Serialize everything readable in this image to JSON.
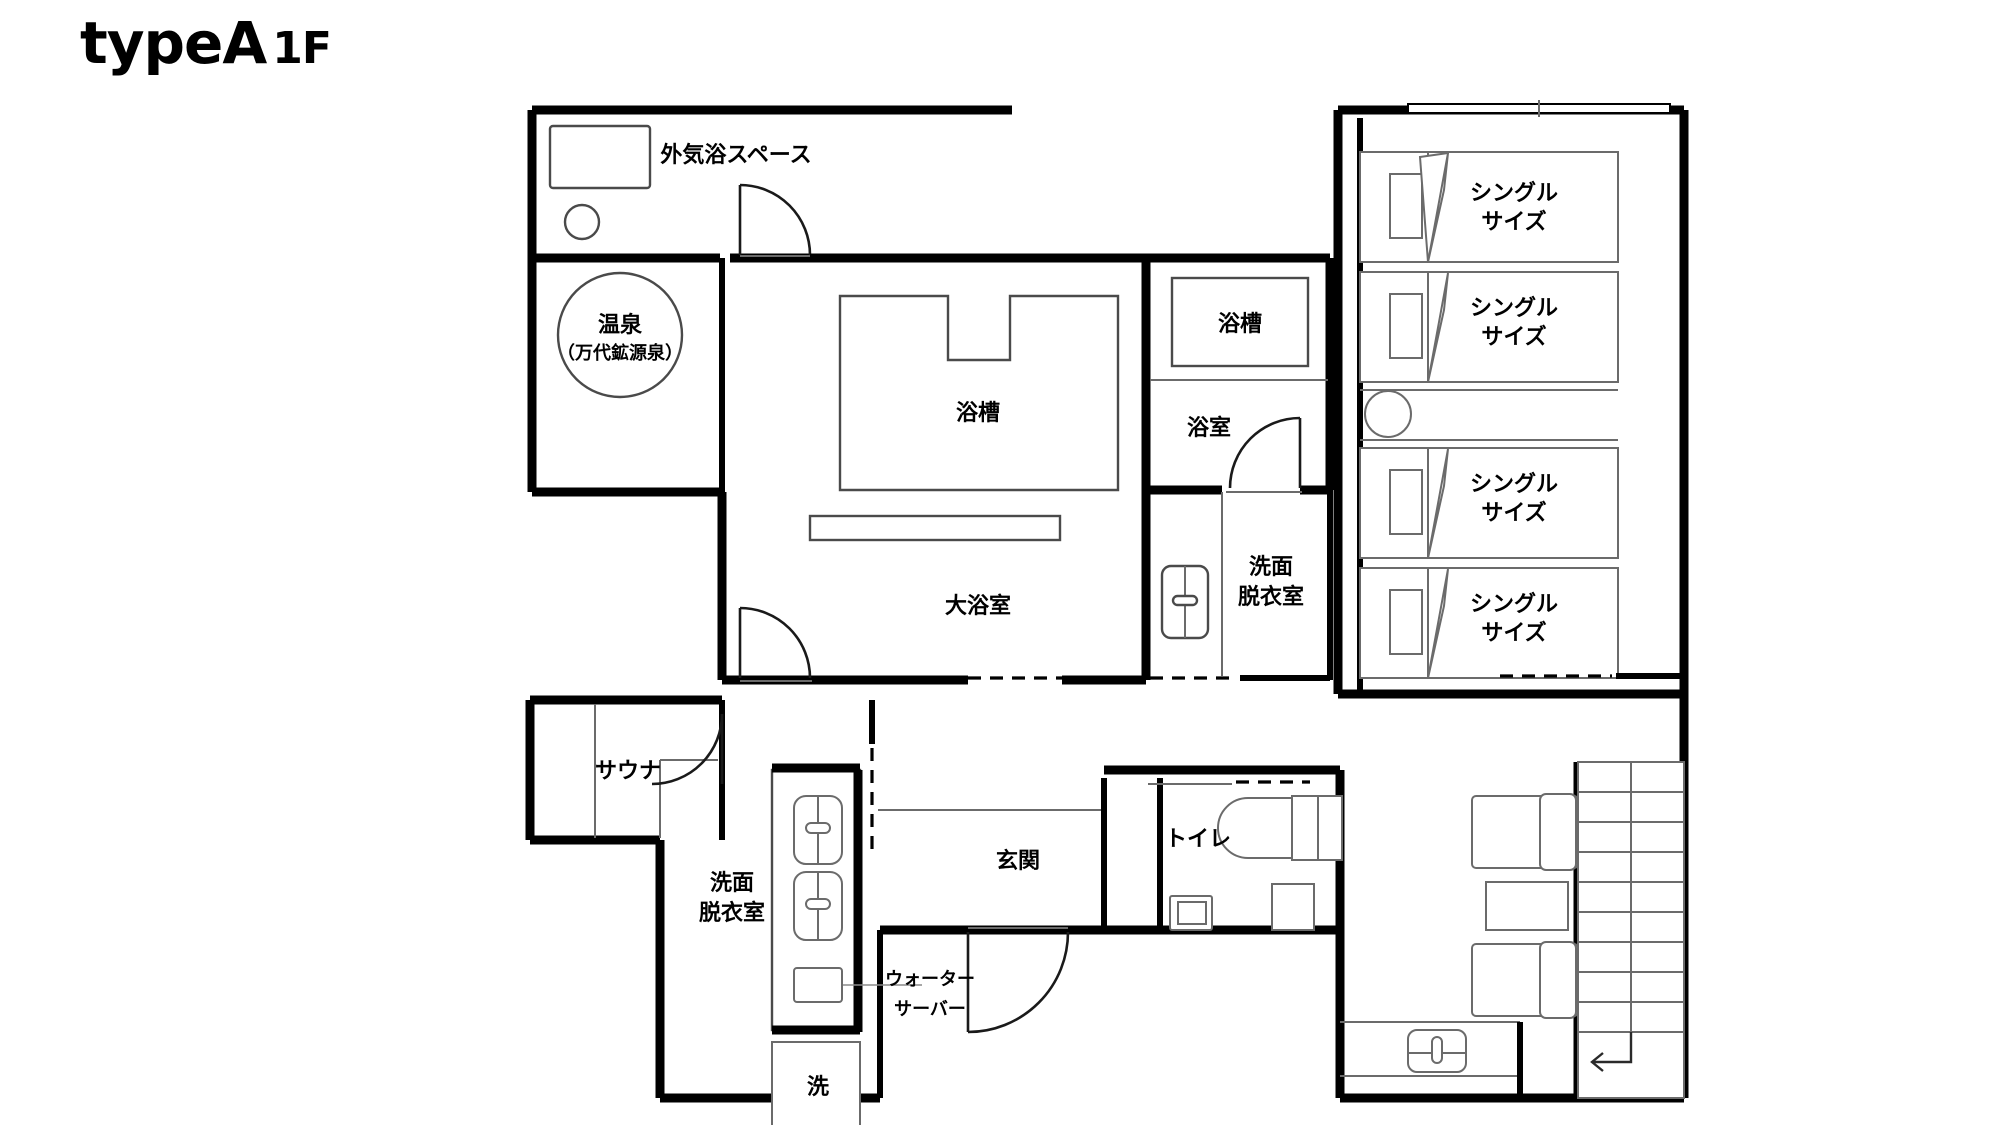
{
  "title": {
    "name": "typeA",
    "floor": "1F"
  },
  "rooms": {
    "outdoor_bath_space": "外気浴スペース",
    "onsen_name": "温泉",
    "onsen_source": "（万代鉱源泉）",
    "bathtub_main": "浴槽",
    "large_bath": "大浴室",
    "sauna": "サウナ",
    "bathtub_private": "浴槽",
    "bathroom_private": "浴室",
    "washroom_upper_line1": "洗面",
    "washroom_upper_line2": "脱衣室",
    "washroom_lower_line1": "洗面",
    "washroom_lower_line2": "脱衣室",
    "entrance": "玄関",
    "toilet": "トイレ",
    "washing_machine": "洗",
    "water_server_line1": "ウォーター",
    "water_server_line2": "サーバー"
  },
  "beds": [
    {
      "line1": "シングル",
      "line2": "サイズ"
    },
    {
      "line1": "シングル",
      "line2": "サイズ"
    },
    {
      "line1": "シングル",
      "line2": "サイズ"
    },
    {
      "line1": "シングル",
      "line2": "サイズ"
    }
  ],
  "icons": {
    "stair_direction": "stair-up-arrow-icon",
    "bench_icon": "bench-icon",
    "stool_icon": "stool-icon",
    "toilet_icon": "toilet-icon",
    "sink_icon": "sink-icon",
    "armchair_icon": "armchair-icon",
    "side_table_icon": "side-table-icon",
    "vanity_icon": "vanity-icon",
    "window_icon": "window-icon",
    "door_swing_icon": "door-swing-icon"
  },
  "colors": {
    "wall": "#000000",
    "fixture_stroke": "#4a4a4a",
    "background": "#ffffff",
    "text": "#000000"
  }
}
